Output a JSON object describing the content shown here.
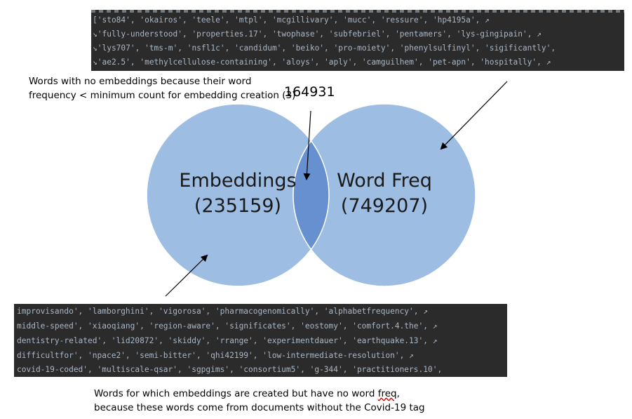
{
  "code_top": {
    "lines": [
      "['sto84', 'okairos', 'teele', 'mtpl', 'mcgillivary', 'mucc', 'ressure', 'hp4195a', ↗",
      "↘'fully-understood', 'properties.17', 'twophase', 'subfebriel', 'pentamers', 'lys-gingipain', ↗",
      "↘'lys707', 'tms-m', 'nsfl1c', 'candidum', 'beiko', 'pro-moiety', 'phenylsulfinyl', 'sigificantly',",
      "↘'ae2.5', 'methylcellulose-containing', 'aloys', 'aply', 'camguilhem', 'pet-apn', 'hospitally', ↗"
    ]
  },
  "code_bottom": {
    "lines": [
      "improvisando', 'lamborghini', 'vigorosa', 'pharmacogenomically', 'alphabetfrequency', ↗",
      "middle-speed', 'xiaoqiang', 'region-aware', 'significates', 'eostomy', 'comfort.4.the', ↗",
      "dentistry-related', 'lid20872', 'skiddy', 'rrange', 'experimentdauer', 'earthquake.13', ↗",
      "difficultfor', 'npace2', 'semi-bitter', 'qhi42199', 'low-intermediate-resolution', ↗",
      "covid-19-coded', 'multiscale-qsar', 'sgpgims', 'consortium5', 'g-344', 'practitioners.10',"
    ]
  },
  "note_top": {
    "line1": "Words with no embeddings because their word",
    "line2": "frequency < minimum count for embedding creation (3)"
  },
  "note_bottom": {
    "line1_pre": "Words for which embeddings are created but have no word ",
    "line1_word": "freq",
    "line1_post": ",",
    "line2": "because these words come from documents without the Covid-19 tag"
  },
  "venn": {
    "left_label": "Embeddings",
    "left_count": "(235159)",
    "right_label": "Word Freq",
    "right_count": "(749207)",
    "intersection_count": "164931",
    "colors": {
      "circle": "#9dbde3",
      "intersection": "#6690cf",
      "outline": "#ffffff"
    }
  }
}
